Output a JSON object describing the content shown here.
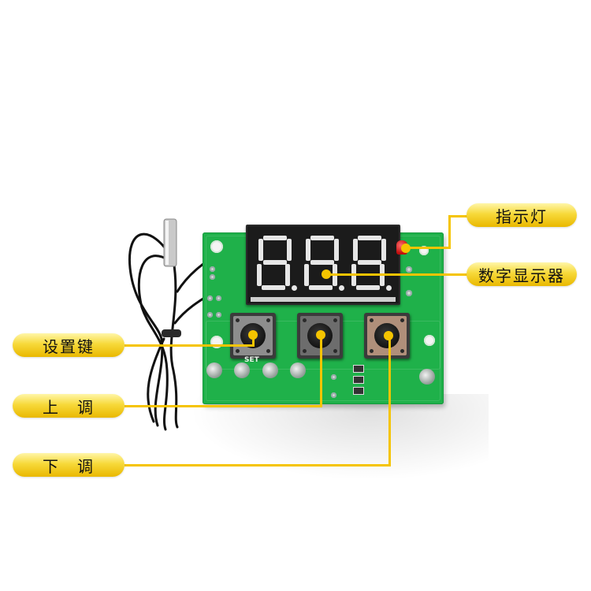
{
  "image": {
    "subject": "Digital temperature controller PCB module with probe",
    "colors": {
      "pcb": "#1fb14a",
      "callout": "#f5c400",
      "display_bg": "#1b1b1b",
      "segment": "#e6e6e6",
      "led": "#d01818"
    }
  },
  "labels": {
    "indicator_light": "指示灯",
    "digital_display": "数字显示器",
    "set_key": "设置键",
    "up_adjust": "上　调",
    "down_adjust": "下　调"
  },
  "display": {
    "digits": [
      "8.",
      "8.",
      "8."
    ]
  },
  "board": {
    "silkscreen_set": "SET"
  }
}
